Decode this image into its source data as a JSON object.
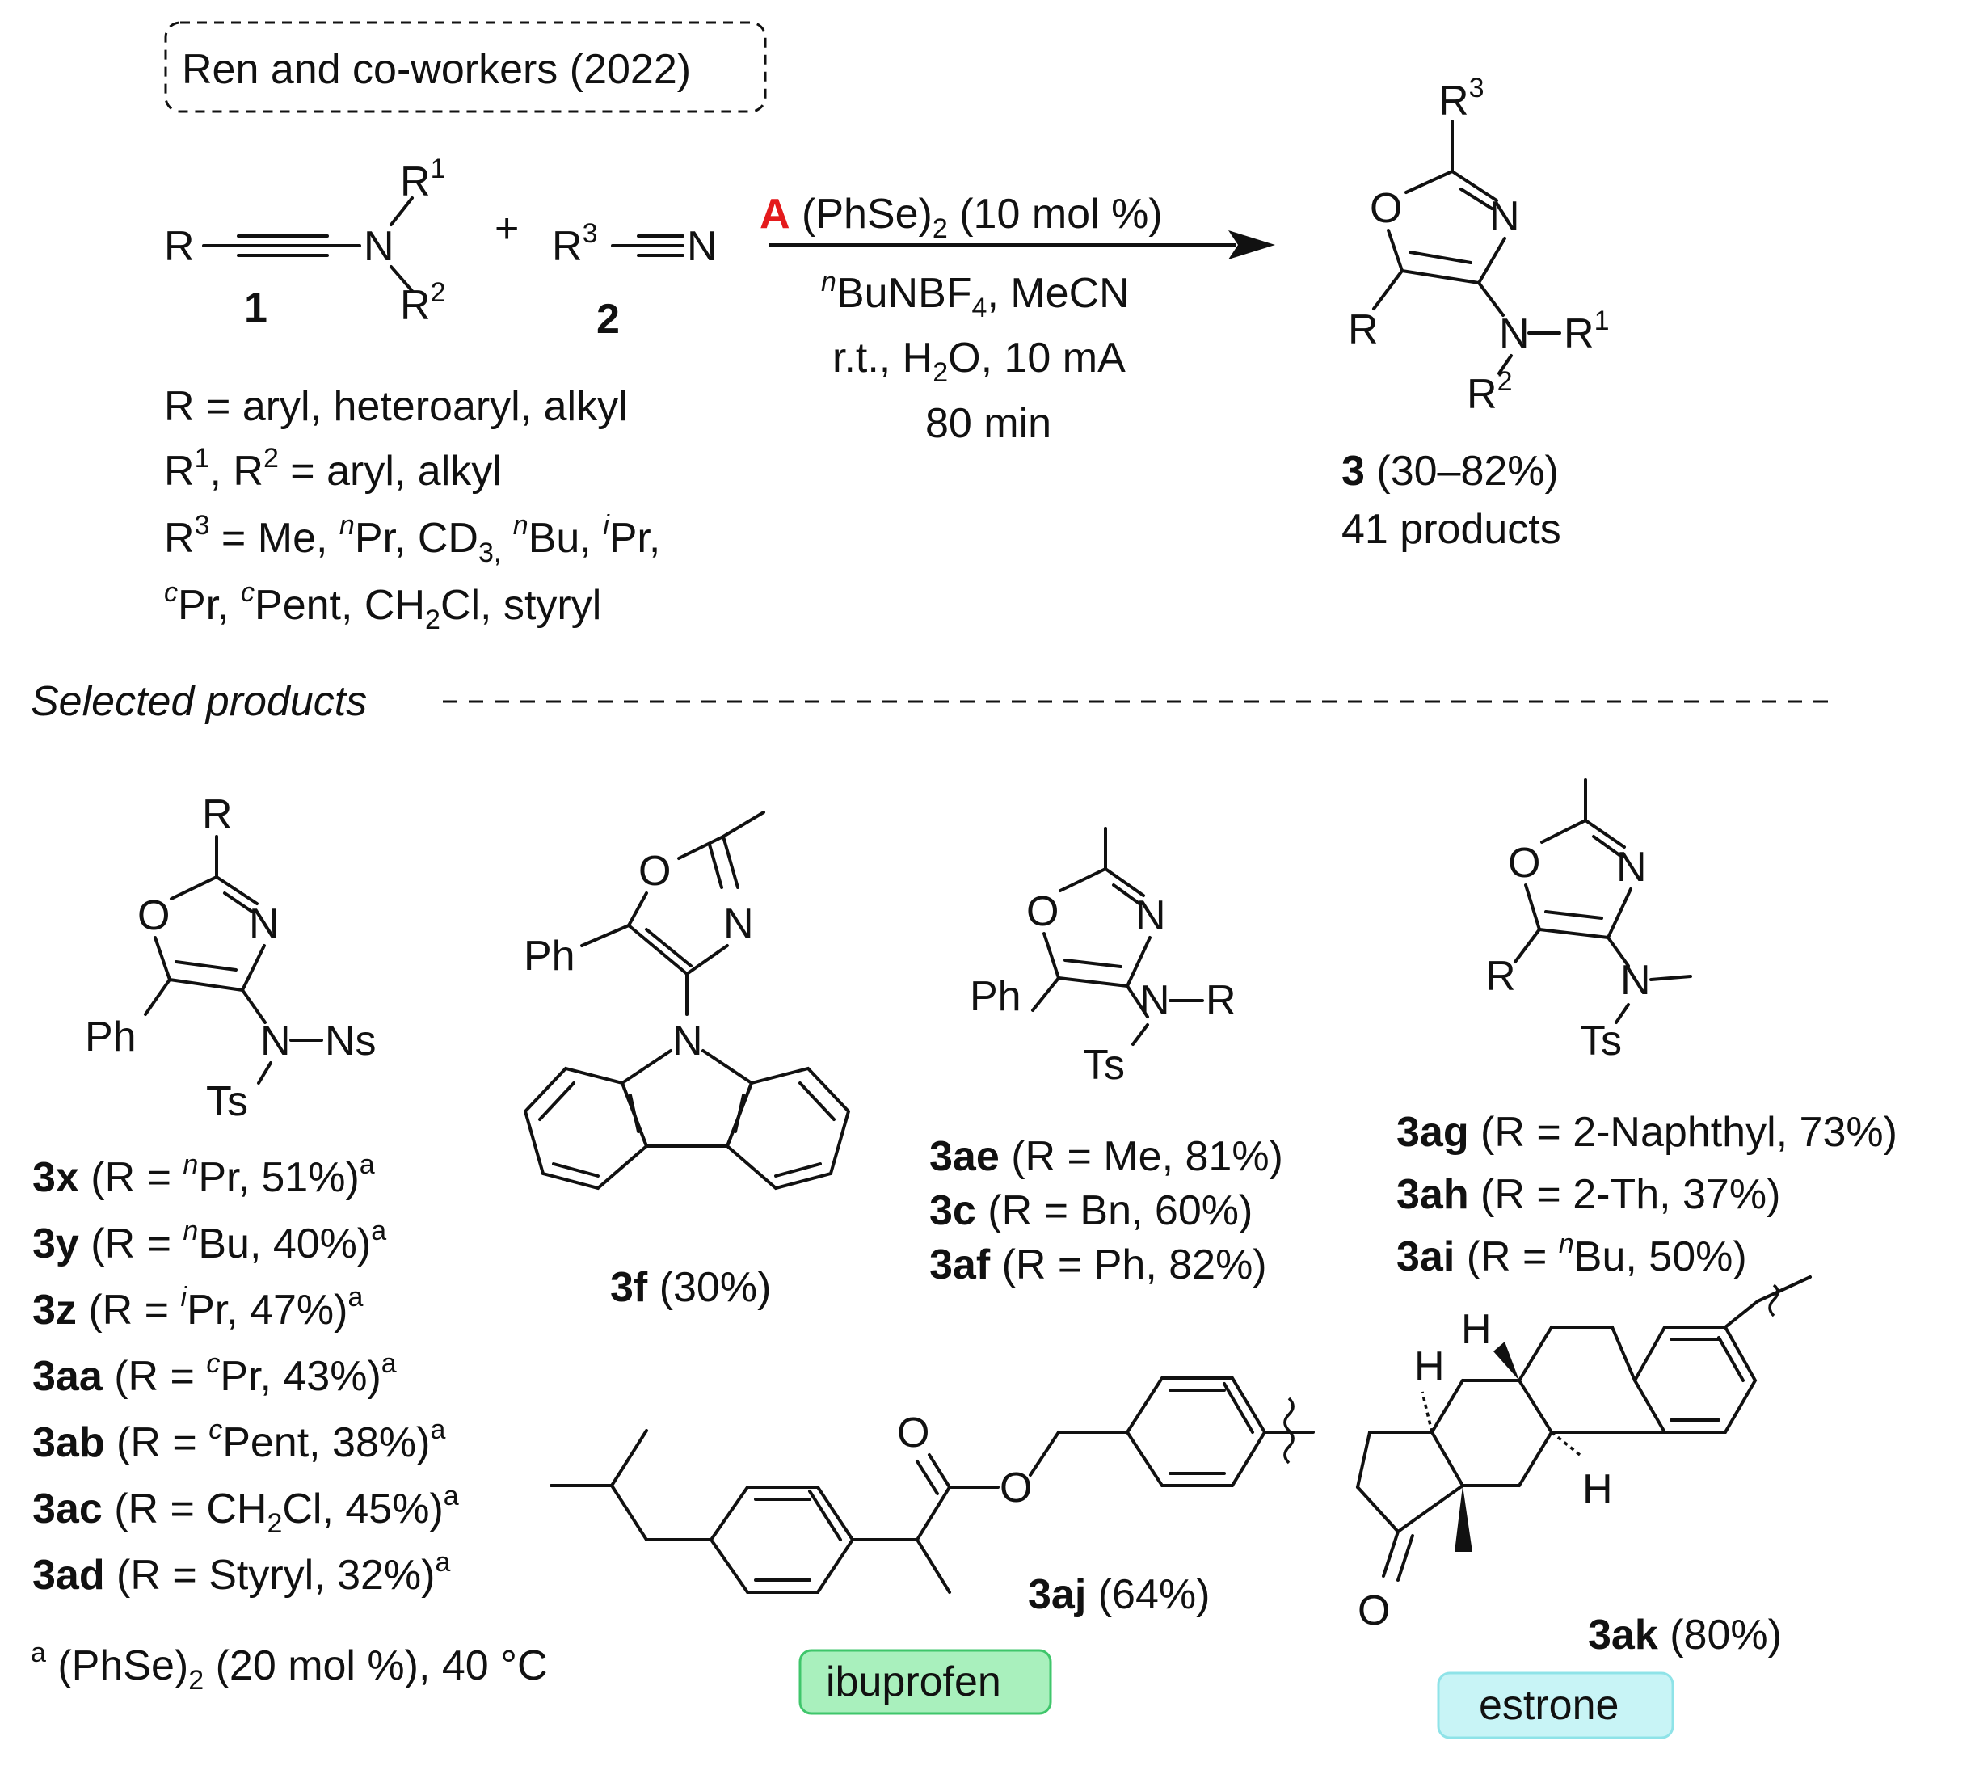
{
  "citation": "Ren and co-workers (2022)",
  "reactants": {
    "compound1_label": "1",
    "compound2_label": "2"
  },
  "conditions": {
    "catalyst_tag": "A",
    "catalyst": "(PhSe)2 (10 mol %)",
    "electrolyte": "nBuNBF4, MeCN",
    "line3": "r.t., H2O, 10 mA",
    "time": "80 min"
  },
  "scope_text": [
    "R = aryl, heteroaryl, alkyl",
    "R1, R2 = aryl, alkyl",
    "R3 = Me, nPr, CD3, nBu, iPr,",
    "cPr, cPent, CH2Cl, styryl"
  ],
  "product": {
    "label": "3",
    "yield": "(30–82%)",
    "count": "41 products"
  },
  "selected_header": "Selected products",
  "atoms": {
    "R": "R",
    "R1": "R",
    "R2": "R",
    "R3": "R",
    "N": "N",
    "O": "O",
    "Ph": "Ph",
    "Ns": "Ns",
    "Ts": "Ts",
    "H": "H"
  },
  "series_3x": [
    {
      "id": "3x",
      "text": " (R = ",
      "sup_pre": "n",
      "sub": "Pr, 51%)",
      "note": "a"
    },
    {
      "id": "3y",
      "text": " (R = ",
      "sup_pre": "n",
      "sub": "Bu, 40%)",
      "note": "a"
    },
    {
      "id": "3z",
      "text": " (R = ",
      "sup_pre": "i",
      "sub": "Pr, 47%)",
      "note": "a"
    },
    {
      "id": "3aa",
      "text": " (R = ",
      "sup_pre": "c",
      "sub": "Pr, 43%)",
      "note": "a"
    },
    {
      "id": "3ab",
      "text": " (R = ",
      "sup_pre": "c",
      "sub": "Pent, 38%)",
      "note": "a"
    },
    {
      "id": "3ac",
      "text": " (R = CH",
      "sup_pre": "",
      "sub": "Cl, 45%)",
      "note": "a"
    },
    {
      "id": "3ad",
      "text": " (R = Styryl, 32%)",
      "sup_pre": "",
      "sub": "",
      "note": "a"
    }
  ],
  "compound_3f": {
    "id": "3f",
    "yield": " (30%)"
  },
  "series_3ae": [
    {
      "id": "3ae",
      "rest": " (R = Me, 81%)"
    },
    {
      "id": "3c",
      "rest": " (R = Bn, 60%)"
    },
    {
      "id": "3af",
      "rest": " (R = Ph, 82%)"
    }
  ],
  "series_3ag": [
    {
      "id": "3ag",
      "rest": " (R = 2-Naphthyl, 73%)"
    },
    {
      "id": "3ah",
      "rest": " (R = 2-Th, 37%)"
    },
    {
      "id": "3ai",
      "rest": " (R = ",
      "sup_pre": "n",
      "rest2": "Bu, 50%)"
    }
  ],
  "footnote": {
    "mark": "a",
    "text": " (PhSe)",
    "sub": "2",
    "text2": " (20 mol %), 40 °C"
  },
  "compound_3aj": {
    "id": "3aj",
    "yield": " (64%)",
    "tag": "ibuprofen"
  },
  "compound_3ak": {
    "id": "3ak",
    "yield": " (80%)",
    "tag": "estrone"
  },
  "colors": {
    "highlight_red": "#e41a1c",
    "ibuprofen_tag_fill": "#a9f0bd",
    "ibuprofen_tag_stroke": "#3fc66b",
    "estrone_tag_fill": "#c8f4f6",
    "estrone_tag_stroke": "#8fe3e8"
  }
}
